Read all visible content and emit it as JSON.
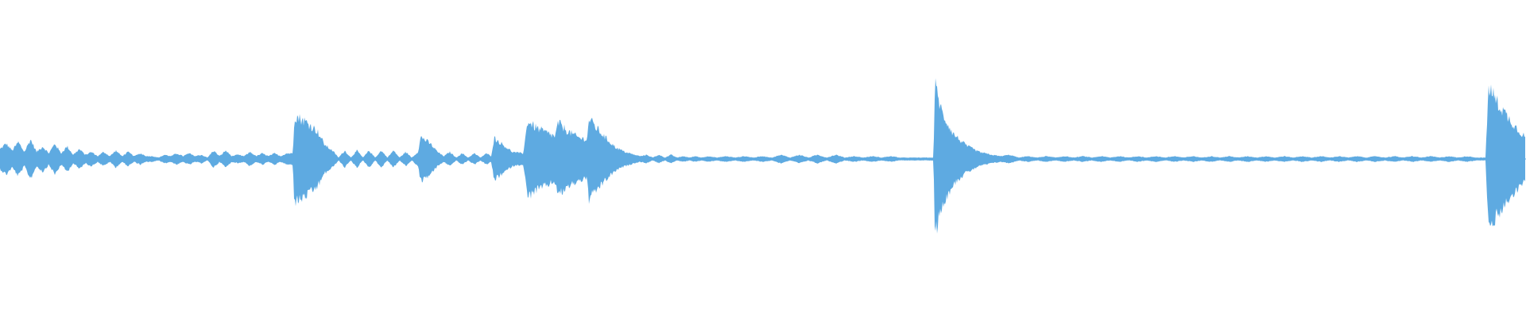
{
  "waveform": {
    "color": "#5EAAE1",
    "background": "#FFFFFF",
    "amplitude_envelope": [
      {
        "t": 0.0,
        "a": 0.07
      },
      {
        "t": 0.004,
        "a": 0.11
      },
      {
        "t": 0.008,
        "a": 0.06
      },
      {
        "t": 0.012,
        "a": 0.12
      },
      {
        "t": 0.016,
        "a": 0.05
      },
      {
        "t": 0.02,
        "a": 0.14
      },
      {
        "t": 0.024,
        "a": 0.05
      },
      {
        "t": 0.028,
        "a": 0.09
      },
      {
        "t": 0.032,
        "a": 0.04
      },
      {
        "t": 0.036,
        "a": 0.11
      },
      {
        "t": 0.04,
        "a": 0.04
      },
      {
        "t": 0.044,
        "a": 0.09
      },
      {
        "t": 0.048,
        "a": 0.03
      },
      {
        "t": 0.052,
        "a": 0.07
      },
      {
        "t": 0.056,
        "a": 0.03
      },
      {
        "t": 0.06,
        "a": 0.05
      },
      {
        "t": 0.064,
        "a": 0.02
      },
      {
        "t": 0.068,
        "a": 0.05
      },
      {
        "t": 0.072,
        "a": 0.02
      },
      {
        "t": 0.076,
        "a": 0.06
      },
      {
        "t": 0.08,
        "a": 0.02
      },
      {
        "t": 0.084,
        "a": 0.05
      },
      {
        "t": 0.088,
        "a": 0.02
      },
      {
        "t": 0.092,
        "a": 0.04
      },
      {
        "t": 0.096,
        "a": 0.02
      },
      {
        "t": 0.1,
        "a": 0.02
      },
      {
        "t": 0.104,
        "a": 0.01
      },
      {
        "t": 0.108,
        "a": 0.03
      },
      {
        "t": 0.112,
        "a": 0.02
      },
      {
        "t": 0.116,
        "a": 0.04
      },
      {
        "t": 0.12,
        "a": 0.02
      },
      {
        "t": 0.124,
        "a": 0.04
      },
      {
        "t": 0.128,
        "a": 0.02
      },
      {
        "t": 0.132,
        "a": 0.03
      },
      {
        "t": 0.136,
        "a": 0.01
      },
      {
        "t": 0.14,
        "a": 0.06
      },
      {
        "t": 0.144,
        "a": 0.02
      },
      {
        "t": 0.148,
        "a": 0.06
      },
      {
        "t": 0.152,
        "a": 0.02
      },
      {
        "t": 0.156,
        "a": 0.03
      },
      {
        "t": 0.16,
        "a": 0.02
      },
      {
        "t": 0.164,
        "a": 0.05
      },
      {
        "t": 0.168,
        "a": 0.02
      },
      {
        "t": 0.172,
        "a": 0.04
      },
      {
        "t": 0.176,
        "a": 0.02
      },
      {
        "t": 0.18,
        "a": 0.04
      },
      {
        "t": 0.184,
        "a": 0.02
      },
      {
        "t": 0.188,
        "a": 0.04
      },
      {
        "t": 0.192,
        "a": 0.04
      },
      {
        "t": 0.193,
        "a": 0.31
      },
      {
        "t": 0.2,
        "a": 0.27
      },
      {
        "t": 0.208,
        "a": 0.2
      },
      {
        "t": 0.213,
        "a": 0.1
      },
      {
        "t": 0.218,
        "a": 0.06
      },
      {
        "t": 0.222,
        "a": 0.01
      },
      {
        "t": 0.226,
        "a": 0.06
      },
      {
        "t": 0.23,
        "a": 0.01
      },
      {
        "t": 0.234,
        "a": 0.06
      },
      {
        "t": 0.238,
        "a": 0.01
      },
      {
        "t": 0.242,
        "a": 0.06
      },
      {
        "t": 0.246,
        "a": 0.01
      },
      {
        "t": 0.25,
        "a": 0.06
      },
      {
        "t": 0.254,
        "a": 0.01
      },
      {
        "t": 0.258,
        "a": 0.06
      },
      {
        "t": 0.262,
        "a": 0.01
      },
      {
        "t": 0.266,
        "a": 0.05
      },
      {
        "t": 0.27,
        "a": 0.01
      },
      {
        "t": 0.274,
        "a": 0.05
      },
      {
        "t": 0.276,
        "a": 0.16
      },
      {
        "t": 0.282,
        "a": 0.11
      },
      {
        "t": 0.287,
        "a": 0.05
      },
      {
        "t": 0.291,
        "a": 0.02
      },
      {
        "t": 0.295,
        "a": 0.05
      },
      {
        "t": 0.299,
        "a": 0.01
      },
      {
        "t": 0.303,
        "a": 0.04
      },
      {
        "t": 0.307,
        "a": 0.01
      },
      {
        "t": 0.311,
        "a": 0.04
      },
      {
        "t": 0.315,
        "a": 0.01
      },
      {
        "t": 0.319,
        "a": 0.04
      },
      {
        "t": 0.322,
        "a": 0.02
      },
      {
        "t": 0.324,
        "a": 0.15
      },
      {
        "t": 0.33,
        "a": 0.1
      },
      {
        "t": 0.336,
        "a": 0.05
      },
      {
        "t": 0.343,
        "a": 0.04
      },
      {
        "t": 0.346,
        "a": 0.27
      },
      {
        "t": 0.352,
        "a": 0.22
      },
      {
        "t": 0.36,
        "a": 0.18
      },
      {
        "t": 0.364,
        "a": 0.16
      },
      {
        "t": 0.366,
        "a": 0.26
      },
      {
        "t": 0.372,
        "a": 0.2
      },
      {
        "t": 0.38,
        "a": 0.15
      },
      {
        "t": 0.385,
        "a": 0.14
      },
      {
        "t": 0.386,
        "a": 0.29
      },
      {
        "t": 0.392,
        "a": 0.21
      },
      {
        "t": 0.398,
        "a": 0.14
      },
      {
        "t": 0.404,
        "a": 0.08
      },
      {
        "t": 0.41,
        "a": 0.05
      },
      {
        "t": 0.416,
        "a": 0.03
      },
      {
        "t": 0.42,
        "a": 0.02
      },
      {
        "t": 0.424,
        "a": 0.03
      },
      {
        "t": 0.428,
        "a": 0.01
      },
      {
        "t": 0.432,
        "a": 0.03
      },
      {
        "t": 0.436,
        "a": 0.01
      },
      {
        "t": 0.44,
        "a": 0.03
      },
      {
        "t": 0.444,
        "a": 0.01
      },
      {
        "t": 0.448,
        "a": 0.02
      },
      {
        "t": 0.452,
        "a": 0.01
      },
      {
        "t": 0.456,
        "a": 0.02
      },
      {
        "t": 0.46,
        "a": 0.01
      },
      {
        "t": 0.464,
        "a": 0.02
      },
      {
        "t": 0.47,
        "a": 0.01
      },
      {
        "t": 0.476,
        "a": 0.02
      },
      {
        "t": 0.482,
        "a": 0.01
      },
      {
        "t": 0.488,
        "a": 0.02
      },
      {
        "t": 0.494,
        "a": 0.01
      },
      {
        "t": 0.5,
        "a": 0.02
      },
      {
        "t": 0.506,
        "a": 0.01
      },
      {
        "t": 0.512,
        "a": 0.03
      },
      {
        "t": 0.518,
        "a": 0.01
      },
      {
        "t": 0.524,
        "a": 0.03
      },
      {
        "t": 0.53,
        "a": 0.01
      },
      {
        "t": 0.536,
        "a": 0.03
      },
      {
        "t": 0.542,
        "a": 0.01
      },
      {
        "t": 0.548,
        "a": 0.03
      },
      {
        "t": 0.554,
        "a": 0.01
      },
      {
        "t": 0.56,
        "a": 0.02
      },
      {
        "t": 0.566,
        "a": 0.01
      },
      {
        "t": 0.572,
        "a": 0.02
      },
      {
        "t": 0.578,
        "a": 0.01
      },
      {
        "t": 0.584,
        "a": 0.02
      },
      {
        "t": 0.59,
        "a": 0.01
      },
      {
        "t": 0.596,
        "a": 0.01
      },
      {
        "t": 0.605,
        "a": 0.01
      },
      {
        "t": 0.612,
        "a": 0.01
      },
      {
        "t": 0.613,
        "a": 0.53
      },
      {
        "t": 0.618,
        "a": 0.32
      },
      {
        "t": 0.625,
        "a": 0.18
      },
      {
        "t": 0.633,
        "a": 0.1
      },
      {
        "t": 0.642,
        "a": 0.05
      },
      {
        "t": 0.65,
        "a": 0.03
      },
      {
        "t": 0.656,
        "a": 0.02
      },
      {
        "t": 0.662,
        "a": 0.03
      },
      {
        "t": 0.668,
        "a": 0.01
      },
      {
        "t": 0.674,
        "a": 0.02
      },
      {
        "t": 0.68,
        "a": 0.01
      },
      {
        "t": 0.686,
        "a": 0.02
      },
      {
        "t": 0.692,
        "a": 0.01
      },
      {
        "t": 0.698,
        "a": 0.02
      },
      {
        "t": 0.704,
        "a": 0.01
      },
      {
        "t": 0.71,
        "a": 0.02
      },
      {
        "t": 0.716,
        "a": 0.01
      },
      {
        "t": 0.722,
        "a": 0.02
      },
      {
        "t": 0.728,
        "a": 0.01
      },
      {
        "t": 0.734,
        "a": 0.02
      },
      {
        "t": 0.74,
        "a": 0.01
      },
      {
        "t": 0.746,
        "a": 0.02
      },
      {
        "t": 0.752,
        "a": 0.01
      },
      {
        "t": 0.758,
        "a": 0.02
      },
      {
        "t": 0.764,
        "a": 0.01
      },
      {
        "t": 0.77,
        "a": 0.02
      },
      {
        "t": 0.776,
        "a": 0.01
      },
      {
        "t": 0.782,
        "a": 0.02
      },
      {
        "t": 0.788,
        "a": 0.01
      },
      {
        "t": 0.794,
        "a": 0.02
      },
      {
        "t": 0.8,
        "a": 0.01
      },
      {
        "t": 0.806,
        "a": 0.02
      },
      {
        "t": 0.812,
        "a": 0.01
      },
      {
        "t": 0.818,
        "a": 0.02
      },
      {
        "t": 0.824,
        "a": 0.01
      },
      {
        "t": 0.83,
        "a": 0.02
      },
      {
        "t": 0.836,
        "a": 0.01
      },
      {
        "t": 0.842,
        "a": 0.02
      },
      {
        "t": 0.848,
        "a": 0.01
      },
      {
        "t": 0.854,
        "a": 0.02
      },
      {
        "t": 0.86,
        "a": 0.01
      },
      {
        "t": 0.866,
        "a": 0.02
      },
      {
        "t": 0.872,
        "a": 0.01
      },
      {
        "t": 0.878,
        "a": 0.02
      },
      {
        "t": 0.884,
        "a": 0.01
      },
      {
        "t": 0.89,
        "a": 0.02
      },
      {
        "t": 0.896,
        "a": 0.01
      },
      {
        "t": 0.902,
        "a": 0.02
      },
      {
        "t": 0.908,
        "a": 0.01
      },
      {
        "t": 0.914,
        "a": 0.02
      },
      {
        "t": 0.92,
        "a": 0.01
      },
      {
        "t": 0.926,
        "a": 0.02
      },
      {
        "t": 0.932,
        "a": 0.01
      },
      {
        "t": 0.938,
        "a": 0.02
      },
      {
        "t": 0.944,
        "a": 0.01
      },
      {
        "t": 0.95,
        "a": 0.02
      },
      {
        "t": 0.956,
        "a": 0.01
      },
      {
        "t": 0.962,
        "a": 0.02
      },
      {
        "t": 0.968,
        "a": 0.01
      },
      {
        "t": 0.974,
        "a": 0.01
      },
      {
        "t": 0.976,
        "a": 0.52
      },
      {
        "t": 0.982,
        "a": 0.4
      },
      {
        "t": 0.99,
        "a": 0.28
      },
      {
        "t": 0.996,
        "a": 0.2
      },
      {
        "t": 1.0,
        "a": 0.16
      }
    ]
  }
}
